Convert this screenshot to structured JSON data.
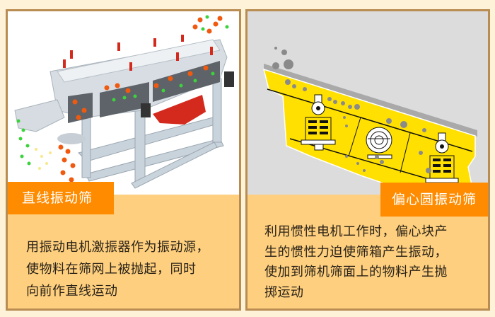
{
  "panels": [
    {
      "id": "linear",
      "title": "直线振动筛",
      "image_alt": "linear-vibrating-screen-machine",
      "description_lines": [
        "用振动电机激振器作为振动源，",
        "使物料在筛网上被抛起，同时",
        "向前作直线运动"
      ]
    },
    {
      "id": "circular",
      "title": "偏心圆振动筛",
      "image_alt": "circular-vibrating-screen-diagram",
      "description_lines": [
        "利用惯性电机工作时，偏心块产",
        "生的惯性力迫使筛箱产生振动，",
        "使加到筛机筛面上的物料产生抛",
        "掷运动"
      ]
    }
  ],
  "colors": {
    "page_bg": "#fef3d8",
    "panel_border": "#b98c52",
    "panel_text_bg": "#fdcf7e",
    "label_bg": "#ff8c00",
    "label_text": "#ffffff",
    "diagram_yellow": "#ffe000",
    "diagram_bg": "#dcdcdc"
  }
}
